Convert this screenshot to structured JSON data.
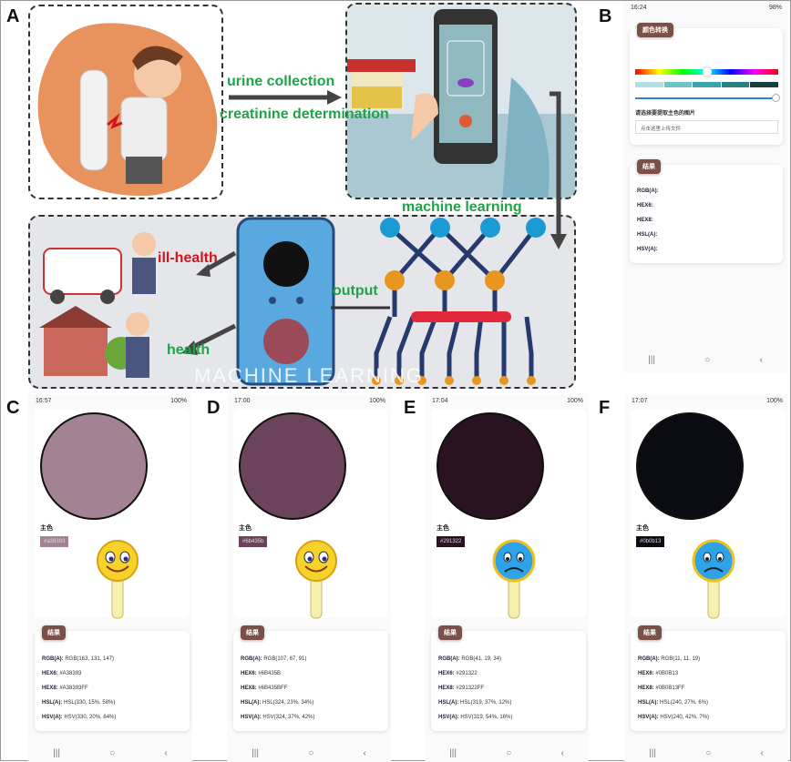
{
  "panel_labels": {
    "a": "A",
    "b": "B",
    "c": "C",
    "d": "D",
    "e": "E",
    "f": "F"
  },
  "panel_a": {
    "arrow_top_1": "urine collection",
    "arrow_top_2": "creatinine determination",
    "machine_learning": "machine learning",
    "output": "output",
    "ill_health": "ill-health",
    "health": "health",
    "watermark": "MACHINE LEARNING"
  },
  "panel_b": {
    "time": "16:24",
    "battery": "98%",
    "convert_tag": "颜色转换",
    "gradient_swatches": [
      "#b2dfe3",
      "#6cc3c8",
      "#3aa6ab",
      "#277f82",
      "#163f42"
    ],
    "upload_label": "请选择要提取主色的图片",
    "upload_placeholder": "点击这里上传文件",
    "result_tag": "结果",
    "fields": [
      "RGB(A):",
      "HEX6:",
      "HEX8:",
      "HSL(A):",
      "HSV(A):"
    ]
  },
  "results": [
    {
      "time": "16:57",
      "battery": "100%",
      "color": "#a38393",
      "main_label": "主色",
      "hex_lower": "#a38393",
      "face": "happy",
      "result_tag": "结果",
      "rgb": "RGB(163, 131, 147)",
      "hex6": "#A38393",
      "hex8": "#A38393FF",
      "hsl": "HSL(330, 15%, 58%)",
      "hsv": "HSV(330, 20%, 64%)"
    },
    {
      "time": "17:00",
      "battery": "100%",
      "color": "#6b435b",
      "main_label": "主色",
      "hex_lower": "#6b435b",
      "face": "happy",
      "result_tag": "结果",
      "rgb": "RGB(107, 67, 91)",
      "hex6": "#6B435B",
      "hex8": "#6B435BFF",
      "hsl": "HSL(324, 23%, 34%)",
      "hsv": "HSV(324, 37%, 42%)"
    },
    {
      "time": "17:04",
      "battery": "100%",
      "color": "#291322",
      "main_label": "主色",
      "hex_lower": "#291322",
      "face": "sad",
      "result_tag": "结果",
      "rgb": "RGB(41, 19, 34)",
      "hex6": "#291322",
      "hex8": "#291322FF",
      "hsl": "HSL(319, 37%, 12%)",
      "hsv": "HSV(319, 54%, 16%)"
    },
    {
      "time": "17:07",
      "battery": "100%",
      "color": "#0b0b13",
      "main_label": "主色",
      "hex_lower": "#0b0b13",
      "face": "sad",
      "result_tag": "结果",
      "rgb": "RGB(11, 11, 19)",
      "hex6": "#0B0B13",
      "hex8": "#0B0B13FF",
      "hsl": "HSL(240, 27%, 6%)",
      "hsv": "HSV(240, 42%, 7%)"
    }
  ],
  "field_labels": {
    "rgb": "RGB(A):",
    "hex6": "HEX6:",
    "hex8": "HEX8:",
    "hsl": "HSL(A):",
    "hsv": "HSV(A):"
  },
  "nav": {
    "recent": "|||",
    "home": "○",
    "back": "‹"
  }
}
